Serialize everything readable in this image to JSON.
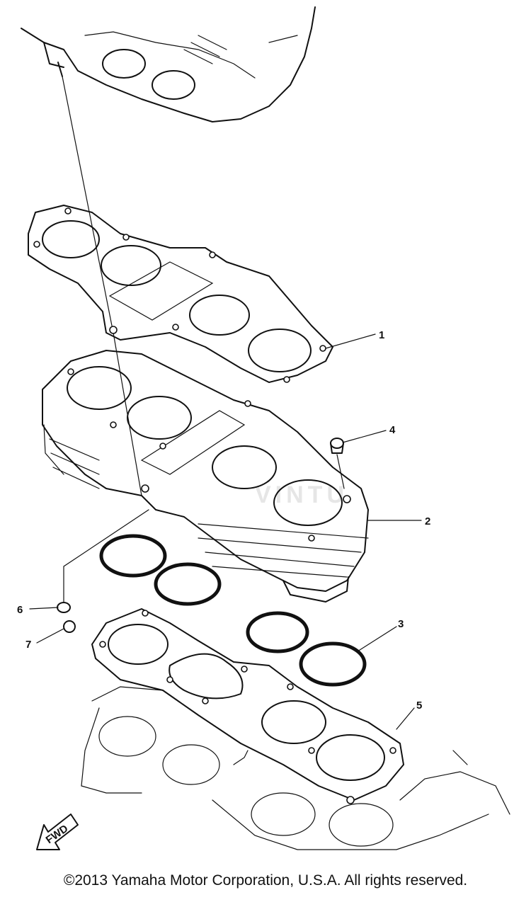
{
  "diagram": {
    "callouts": [
      {
        "id": "1",
        "label": "1"
      },
      {
        "id": "2",
        "label": "2"
      },
      {
        "id": "3",
        "label": "3"
      },
      {
        "id": "4",
        "label": "4"
      },
      {
        "id": "5",
        "label": "5"
      },
      {
        "id": "6",
        "label": "6"
      },
      {
        "id": "7",
        "label": "7"
      }
    ],
    "fwd_label": "FWD",
    "watermark": "VINTU"
  },
  "footer": {
    "copyright": "©2013 Yamaha Motor Corporation, U.S.A. All rights reserved."
  }
}
